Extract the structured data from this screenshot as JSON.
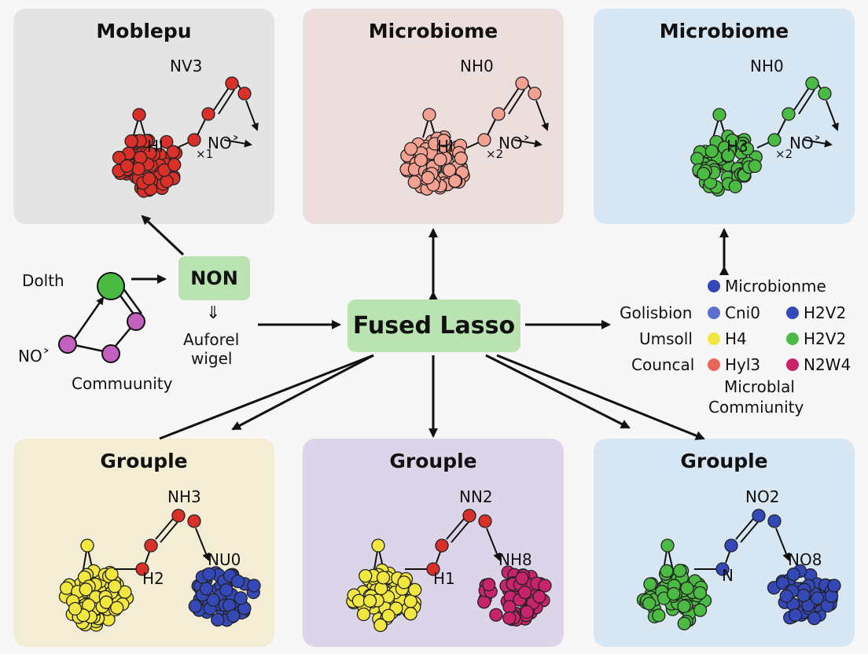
{
  "panels": {
    "top_left": {
      "title": "Moblepu",
      "top_label": "NV3",
      "mid_label": "HI",
      "sub_label": "×1",
      "end_label": "NO˃",
      "cluster_color": "#d9302a",
      "node_color": "#d9302a",
      "bg": "#e4e4e4"
    },
    "top_mid": {
      "title": "Microbiome",
      "top_label": "NH0",
      "mid_label": "HI",
      "sub_label": "×2",
      "end_label": "NO˃",
      "cluster_color": "#f4a192",
      "node_color": "#f4a192",
      "bg": "#eddede"
    },
    "top_right": {
      "title": "Microbiome",
      "top_label": "NH0",
      "mid_label": "H3",
      "sub_label": "×2",
      "end_label": "NO˃",
      "cluster_color": "#4cbb43",
      "node_color": "#4cbb43",
      "bg": "#d7e6f3"
    },
    "bot_left": {
      "title": "Grouple",
      "top_label": "NH3",
      "mid_label": "H2",
      "end_label": "NU0",
      "cluster_color": "#f2e640",
      "cluster2_color": "#3448b8",
      "node_color": "#d9302a",
      "bg": "#f4edd5"
    },
    "bot_mid": {
      "title": "Grouple",
      "top_label": "NN2",
      "mid_label": "H1",
      "end_label": "NH8",
      "cluster_color": "#f2e640",
      "cluster2_color": "#c8246c",
      "node_color": "#d9302a",
      "bg": "#dcd5ea"
    },
    "bot_right": {
      "title": "Grouple",
      "top_label": "NO2",
      "mid_label": "N",
      "end_label": "NO8",
      "cluster_color": "#4cbb43",
      "cluster2_color": "#3448b8",
      "node_color": "#3448b8",
      "bg": "#d7e6f3"
    }
  },
  "center": {
    "label": "Fused Lasso"
  },
  "left": {
    "dolth": "Dolth",
    "no_label": "NO˃",
    "community": "Commuunity",
    "non_box": "NON",
    "arrow_glyph": "⇓",
    "auforel_1": "Auforel",
    "auforel_2": "wigel"
  },
  "legend": {
    "header": "Microbionme",
    "row_labels": [
      "Golisbion",
      "Umsoll",
      "Councal"
    ],
    "col1": [
      "Cni0",
      "H4",
      "Hyl3"
    ],
    "col2": [
      "H2V2",
      "H2V2",
      "N2W4"
    ],
    "footer_1": "Microblal",
    "footer_2": "Commiunity",
    "colors": {
      "header": "#3448b8",
      "c1": [
        "#5a6fcf",
        "#f2e640",
        "#e8675a"
      ],
      "c2": [
        "#3448b8",
        "#4cbb43",
        "#c8246c"
      ]
    }
  }
}
